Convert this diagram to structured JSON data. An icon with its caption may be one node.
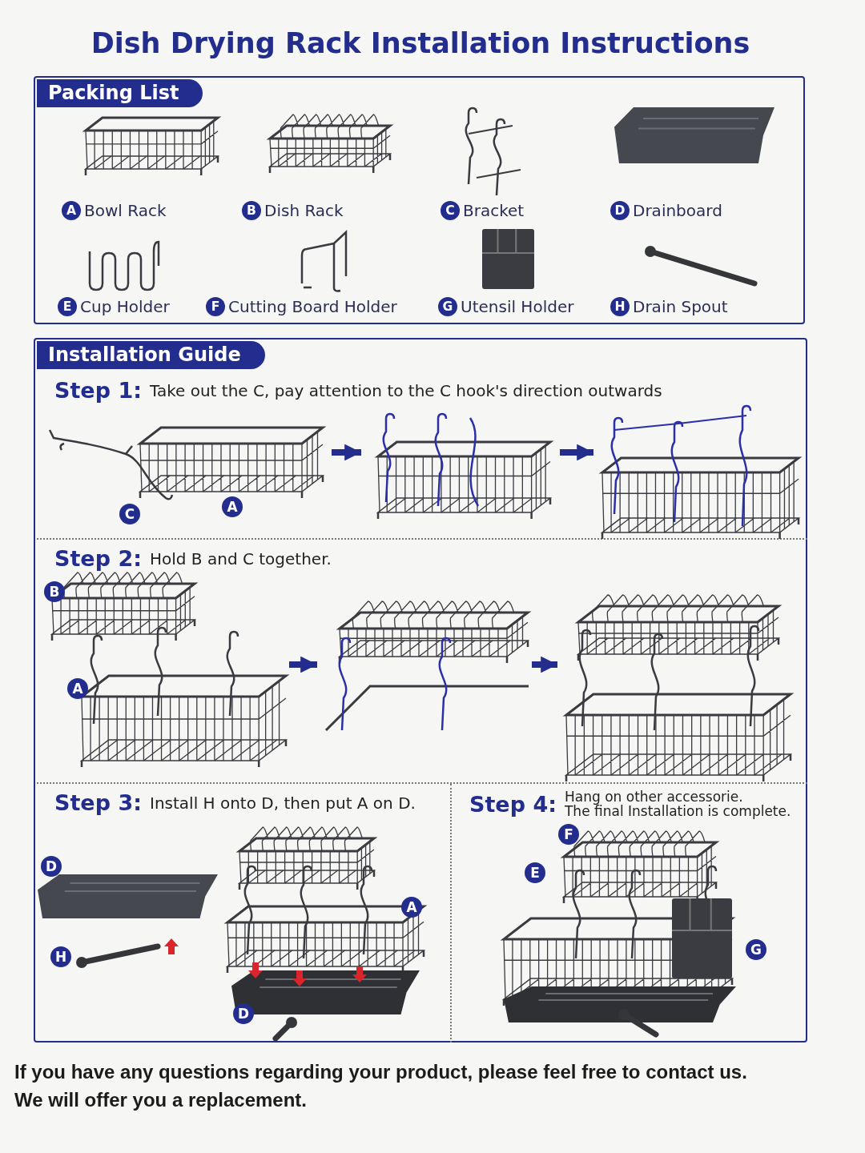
{
  "diagram": {
    "title": "Dish Drying Rack Installation Instructions",
    "nodes": [
      {
        "text": [
          "Packing List"
        ]
      },
      {
        "text": [
          "A",
          "Bowl Rack"
        ],
        "in": 0
      },
      {
        "text": [
          "B",
          "Dish Rack"
        ],
        "in": 0
      },
      {
        "text": [
          "C",
          "Bracket"
        ],
        "in": 0
      },
      {
        "text": [
          "D",
          "Drainboard"
        ],
        "in": 0
      },
      {
        "text": [
          "E",
          "Cup Holder"
        ],
        "in": 0
      },
      {
        "text": [
          "F",
          "Cutting Board Holder"
        ],
        "in": 0
      },
      {
        "text": [
          "G",
          "Utensil Holder"
        ],
        "in": 0
      },
      {
        "text": [
          "H",
          "Drain Spout"
        ],
        "in": 0
      },
      {
        "text": [
          "Installation Guide"
        ]
      },
      {
        "text": [
          "Step 1:",
          "Take out the C, pay attention to the C hook's direction outwards"
        ],
        "in": 9
      },
      {
        "text": [
          "C",
          "A"
        ],
        "in": 10
      },
      {
        "text": [],
        "shape": "picture",
        "in": 10
      },
      {
        "text": [],
        "shape": "picture",
        "in": 10
      },
      {
        "text": [
          "Step 2:",
          "Hold B and C together."
        ],
        "in": 9
      },
      {
        "text": [
          "B",
          "A"
        ],
        "in": 14
      },
      {
        "text": [],
        "shape": "picture",
        "in": 14
      },
      {
        "text": [],
        "shape": "picture",
        "in": 14
      },
      {
        "text": [
          "Step 3:",
          "Install H onto D, then put A on D."
        ],
        "in": 9
      },
      {
        "text": [
          "D",
          "H"
        ],
        "in": 18
      },
      {
        "text": [
          "A",
          "D"
        ],
        "in": 18
      },
      {
        "text": [
          "Step 4:",
          "Hang on other accessorie.",
          "The  final Installation is complete."
        ],
        "in": 9
      },
      {
        "text": [
          "F",
          "E",
          "G"
        ],
        "in": 21
      }
    ],
    "edges": [
      {
        "from": 11,
        "to": 12,
        "arrow": "to"
      },
      {
        "from": 12,
        "to": 13,
        "arrow": "to"
      },
      {
        "from": 15,
        "to": 16,
        "arrow": "to"
      },
      {
        "from": 16,
        "to": 17,
        "arrow": "to"
      }
    ],
    "labels": [
      "If you have any questions regarding your product, please feel free to contact us.",
      "We will offer you a replacement."
    ]
  }
}
